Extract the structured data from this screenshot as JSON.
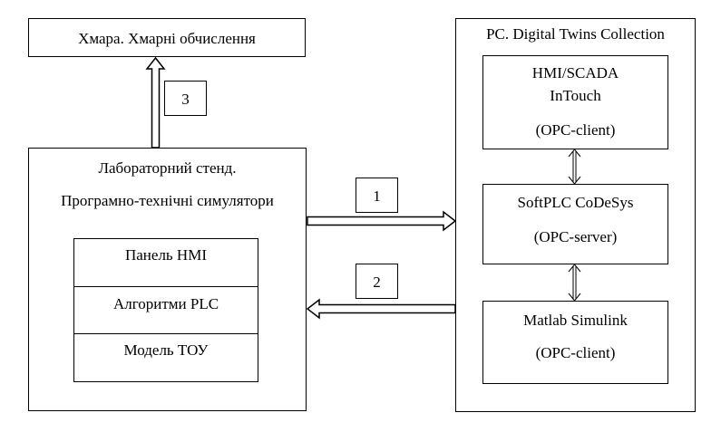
{
  "cloud": {
    "label": "Хмара. Хмарні обчислення"
  },
  "lab": {
    "title_line1": "Лабораторний стенд.",
    "title_line2": "Програмно-технічні симулятори",
    "components": [
      "Панель HMI",
      "Алгоритми PLC",
      "Модель ТОУ"
    ]
  },
  "pc": {
    "title": "PC. Digital Twins Collection",
    "hmi": {
      "line1": "HMI/SCADA",
      "line2": "InTouch",
      "line3": "(OPC-client)"
    },
    "softplc": {
      "line1": "SoftPLC CoDeSys",
      "line2": "(OPC-server)"
    },
    "matlab": {
      "line1": "Matlab Simulink",
      "line2": "(OPC-client)"
    }
  },
  "arrows": {
    "a1": "1",
    "a2": "2",
    "a3": "3"
  }
}
